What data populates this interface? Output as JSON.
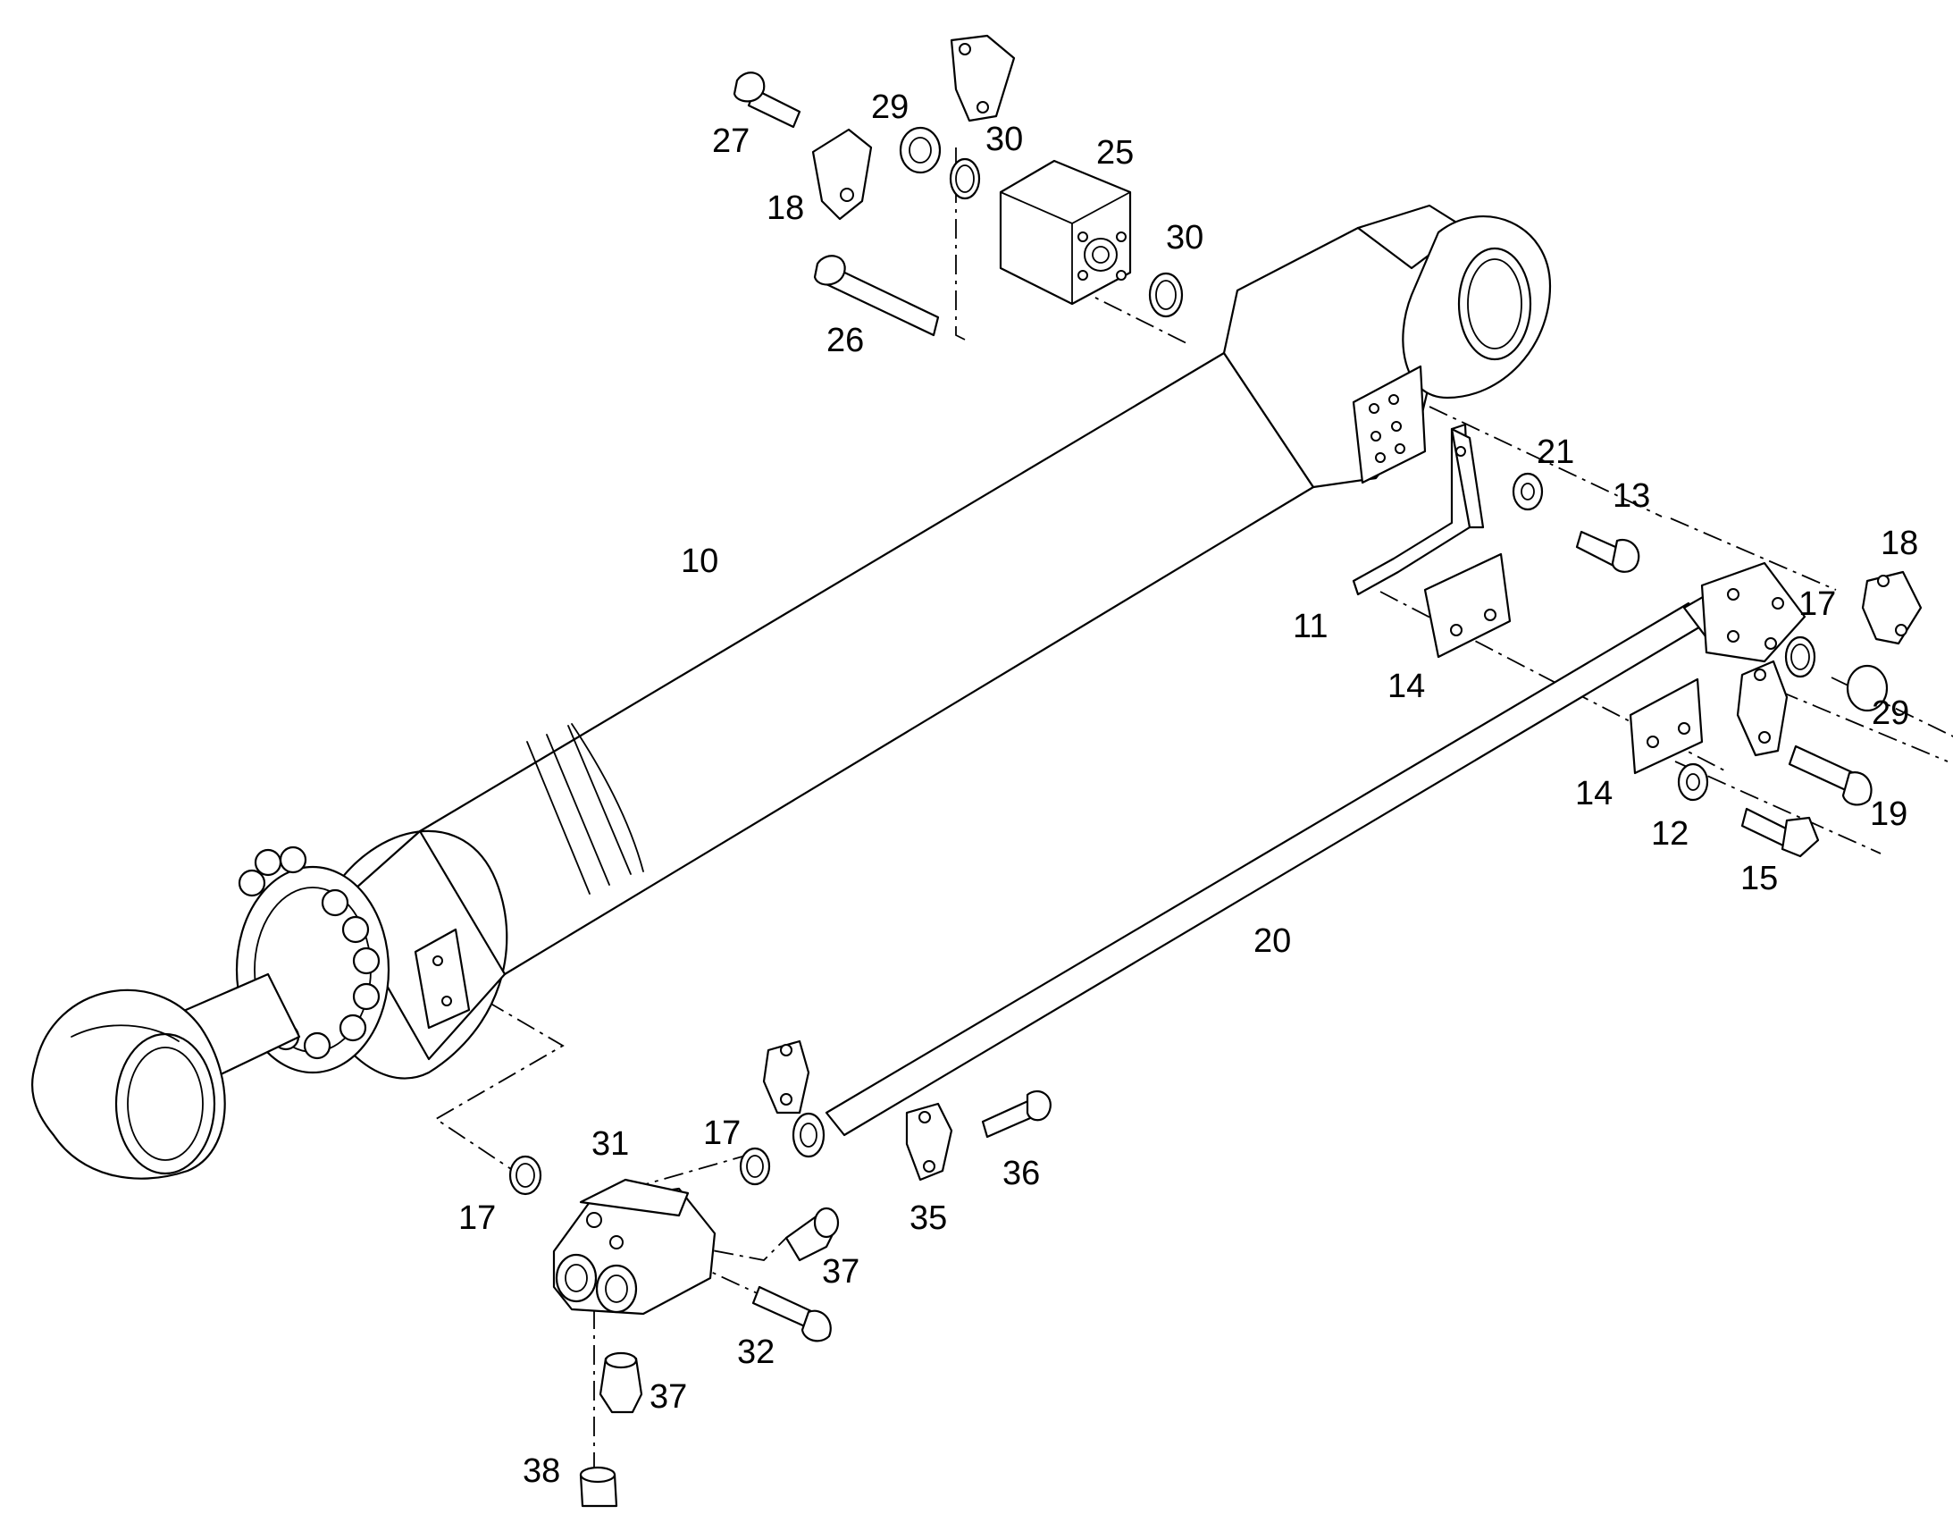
{
  "diagram": {
    "colors": {
      "line": "#000000",
      "background": "#ffffff"
    },
    "callouts": {
      "c10": "10",
      "c11": "11",
      "c12": "12",
      "c13": "13",
      "c14a": "14",
      "c14b": "14",
      "c15": "15",
      "c17a": "17",
      "c17b": "17",
      "c17c": "17",
      "c18a": "18",
      "c18b": "18",
      "c19": "19",
      "c20": "20",
      "c21": "21",
      "c25": "25",
      "c26": "26",
      "c27": "27",
      "c29a": "29",
      "c29b": "29",
      "c30a": "30",
      "c30b": "30",
      "c31": "31",
      "c32": "32",
      "c35": "35",
      "c36": "36",
      "c37a": "37",
      "c37b": "37",
      "c38": "38"
    }
  }
}
